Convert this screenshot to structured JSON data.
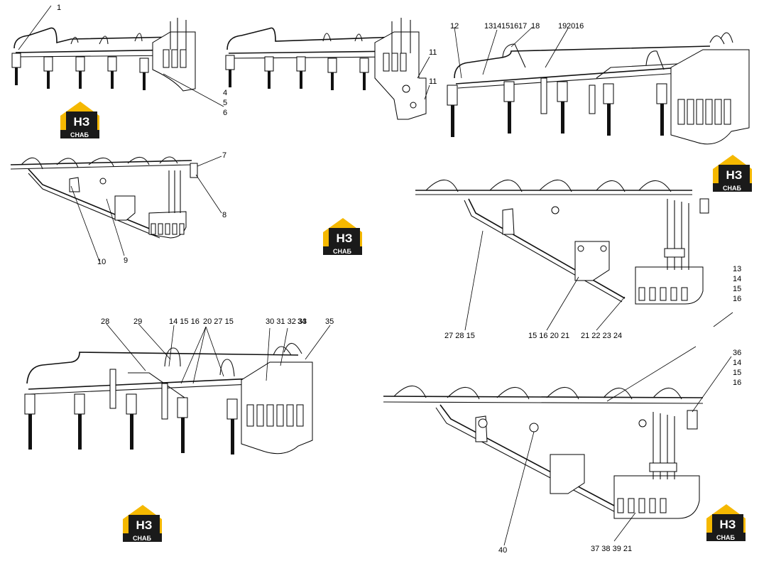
{
  "logo": {
    "mark": "НЗ",
    "caption": "СНАБ",
    "colors": {
      "accent": "#f5b800",
      "dark": "#1a1a1a",
      "text": "#ffffff"
    }
  },
  "views": {
    "v1": {
      "callouts": [
        "1",
        "4",
        "5",
        "6"
      ]
    },
    "v2": {
      "callouts": [
        "11",
        "11"
      ]
    },
    "v3": {
      "callouts": [
        "12",
        "13",
        "14",
        "15",
        "16",
        "17",
        "18",
        "19",
        "20",
        "16"
      ]
    },
    "v4": {
      "callouts": [
        "7",
        "8",
        "9",
        "10"
      ]
    },
    "v5": {
      "callouts": [
        "27 28 15",
        "15 16 20 21",
        "21 22 23 24",
        "13",
        "14",
        "15",
        "16"
      ]
    },
    "v6": {
      "callouts": [
        "28",
        "29",
        "14 15 16",
        "20 27 15",
        "30 31 32 33",
        "34",
        "35"
      ]
    },
    "v7": {
      "callouts": [
        "36",
        "14",
        "15",
        "16",
        "40",
        "37 38 39 21"
      ]
    }
  }
}
